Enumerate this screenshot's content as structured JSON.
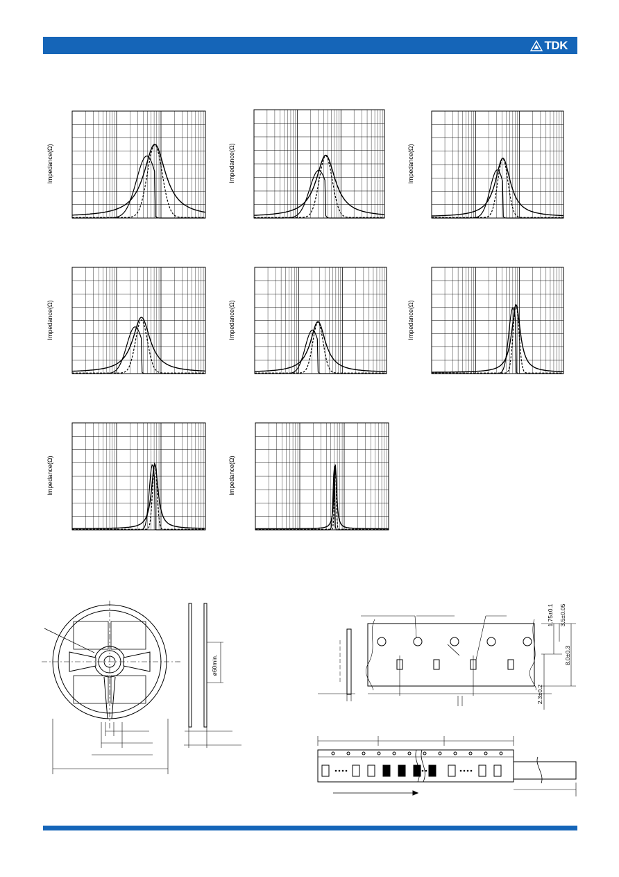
{
  "header": {
    "brand": "TDK",
    "bar_color": "#1565b8"
  },
  "footer": {
    "bar_color": "#1565b8"
  },
  "chart_data": [
    {
      "type": "line",
      "ylabel": "Impedance(Ω)",
      "peaks": {
        "z": 0.68,
        "r": 0.68,
        "x": 0.58
      }
    },
    {
      "type": "line",
      "ylabel": "Impedance(Ω)",
      "peaks": {
        "z": 0.57,
        "r": 0.57,
        "x": 0.44
      }
    },
    {
      "type": "line",
      "ylabel": "Impedance(Ω)",
      "peaks": {
        "z": 0.55,
        "r": 0.55,
        "x": 0.45
      }
    },
    {
      "type": "line",
      "ylabel": "Impedance(Ω)",
      "peaks": {
        "z": 0.52,
        "r": 0.5,
        "x": 0.44
      }
    },
    {
      "type": "line",
      "ylabel": "Impedance(Ω)",
      "peaks": {
        "z": 0.48,
        "r": 0.48,
        "x": 0.41
      }
    },
    {
      "type": "line",
      "ylabel": "Impedance(Ω)",
      "peaks": {
        "z": 0.64,
        "r": 0.64,
        "x": 0.62
      }
    },
    {
      "type": "line",
      "ylabel": "Impedance(Ω)",
      "peaks": {
        "z": 0.61,
        "r": 0.61,
        "x": 0.61
      }
    },
    {
      "type": "line",
      "ylabel": "Impedance(Ω)",
      "peaks": {
        "z": 0.6,
        "r": 0.6,
        "x": 0.6
      }
    }
  ],
  "tape": {
    "dim_pitch_top": "1.75±0.1",
    "dim_hole_offset": "3.5±0.05",
    "dim_width": "8.0±0.3",
    "dim_offset": "2.3±0.2"
  },
  "reel": {
    "dim_hub": "ø60min."
  }
}
